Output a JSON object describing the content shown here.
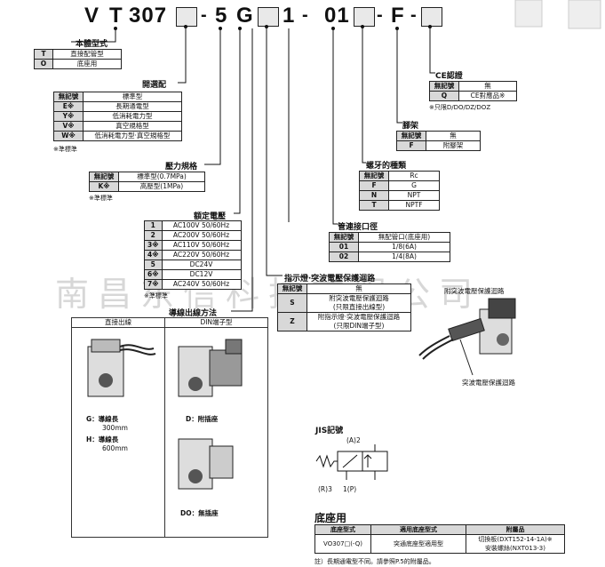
{
  "code": {
    "p1": "V",
    "p2": "T",
    "p3": "307",
    "d1": "-",
    "d2": "5",
    "d3": "G",
    "d4": "1",
    "d5": "-",
    "d6": "01",
    "d7": "-",
    "d8": "F",
    "d9": "-"
  },
  "body_type": {
    "title": "本體型式",
    "rows": [
      [
        "T",
        "直接配管型"
      ],
      [
        "O",
        "底座用"
      ]
    ]
  },
  "option": {
    "title": "開選配",
    "rows": [
      [
        "無記號",
        "標準型"
      ],
      [
        "E※",
        "長期通電型"
      ],
      [
        "Y※",
        "低消耗電力型"
      ],
      [
        "V※",
        "真空規格型"
      ],
      [
        "W※",
        "低消耗電力型‧真空規格型"
      ]
    ],
    "note": "※準標準"
  },
  "pressure": {
    "title": "壓力規格",
    "rows": [
      [
        "無記號",
        "標準型(0.7MPa)"
      ],
      [
        "K※",
        "高壓型(1MPa)"
      ]
    ],
    "note": "※準標準"
  },
  "voltage": {
    "title": "額定電壓",
    "rows": [
      [
        "1",
        "AC100V 50/60Hz"
      ],
      [
        "2",
        "AC200V 50/60Hz"
      ],
      [
        "3※",
        "AC110V 50/60Hz"
      ],
      [
        "4※",
        "AC220V 50/60Hz"
      ],
      [
        "5",
        "DC24V"
      ],
      [
        "6※",
        "DC12V"
      ],
      [
        "7※",
        "AC240V 50/60Hz"
      ]
    ],
    "note": "※準標準"
  },
  "wiring": {
    "title": "導線出線方法",
    "col1": "直接出線",
    "col2": "DIN端子型",
    "g_label": "G：導線長",
    "g_len": "300mm",
    "h_label": "H：導線長",
    "h_len": "600mm",
    "d_label": "D：附插座",
    "do_label": "DO：無插座"
  },
  "indicator": {
    "title": "指示燈‧突波電壓保護迴路",
    "rows": [
      [
        "無記號",
        "無"
      ],
      [
        "S",
        "附突波電壓保護迴路",
        "(只限直接出線型)"
      ],
      [
        "Z",
        "附指示燈‧突波電壓保護迴路",
        "(只限DIN端子型)"
      ]
    ],
    "surge_label": "附突波電壓保護迴路",
    "surge_label2": "突波電壓保護迴路"
  },
  "port": {
    "title": "管連接口徑",
    "rows": [
      [
        "無記號",
        "無配管口(底座用)"
      ],
      [
        "01",
        "1/8(6A)"
      ],
      [
        "02",
        "1/4(8A)"
      ]
    ]
  },
  "thread": {
    "title": "螺牙的種類",
    "rows": [
      [
        "無記號",
        "Rc"
      ],
      [
        "F",
        "G"
      ],
      [
        "N",
        "NPT"
      ],
      [
        "T",
        "NPTF"
      ]
    ]
  },
  "bracket": {
    "title": "腳架",
    "rows": [
      [
        "無記號",
        "無"
      ],
      [
        "F",
        "附腳架"
      ]
    ]
  },
  "ce": {
    "title": "CE認證",
    "rows": [
      [
        "無記號",
        "無"
      ],
      [
        "Q",
        "CE對應品※"
      ]
    ],
    "note": "※只限D/DO/DZ/DOZ"
  },
  "jis": {
    "title": "JIS記號",
    "a": "(A)2",
    "r": "(R)3",
    "p": "1(P)"
  },
  "base": {
    "title": "底座用",
    "headers": [
      "底座型式",
      "適用底座型式",
      "附屬品"
    ],
    "row": [
      "VO307□(-Q)",
      "突通底座型適用型",
      "切換板(DXT152-14-1A)※",
      "安裝螺絲(NXT013-3)"
    ],
    "note": "註）長期通電型不同。請參照P.5的附屬品。"
  },
  "watermark": "南昌东信科技有限公司"
}
